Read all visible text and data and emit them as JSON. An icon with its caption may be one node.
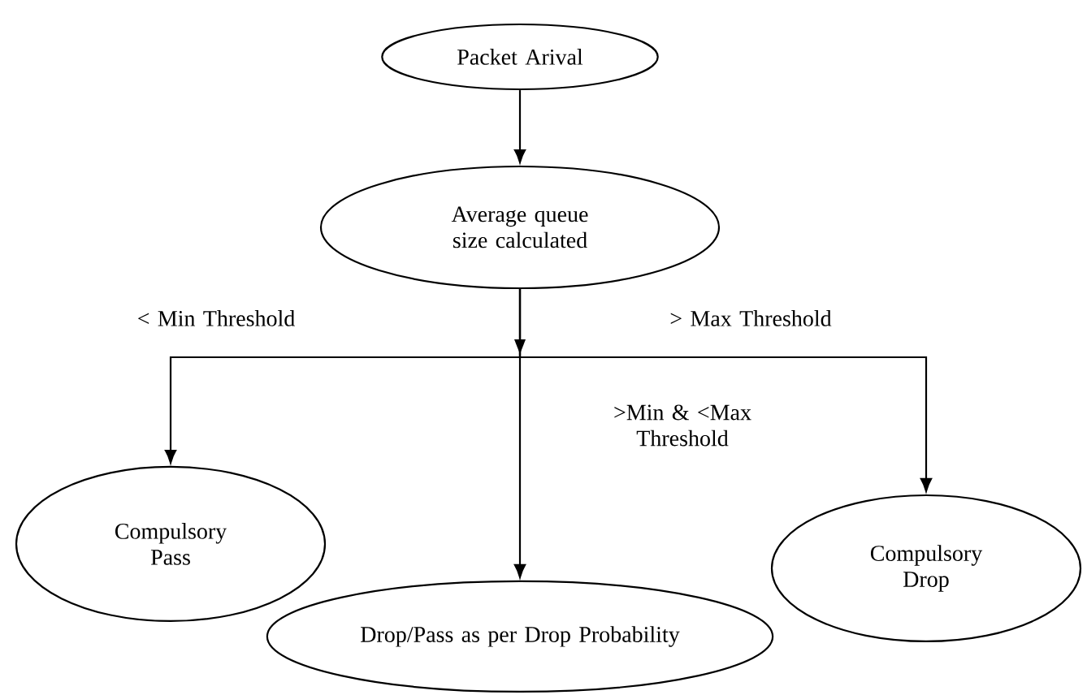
{
  "diagram": {
    "nodes": [
      {
        "text": [
          "Packet Arival"
        ]
      },
      {
        "text": [
          "Average queue size calculated"
        ]
      },
      {
        "text": [
          "Compulsory Pass"
        ]
      },
      {
        "text": [
          "Drop/Pass as per Drop Probability"
        ]
      },
      {
        "text": [
          "Compulsory Drop"
        ]
      }
    ],
    "edges": [
      {
        "from": 0,
        "to": 1,
        "arrow": "to"
      },
      {
        "from": 1,
        "to": 2,
        "arrow": "to",
        "label": "< Min Threshold"
      },
      {
        "from": 1,
        "to": 3,
        "arrow": "to",
        "label": ">Min & <Max Threshold"
      },
      {
        "from": 1,
        "to": 4,
        "arrow": "to",
        "label": "> Max Threshold"
      }
    ]
  }
}
